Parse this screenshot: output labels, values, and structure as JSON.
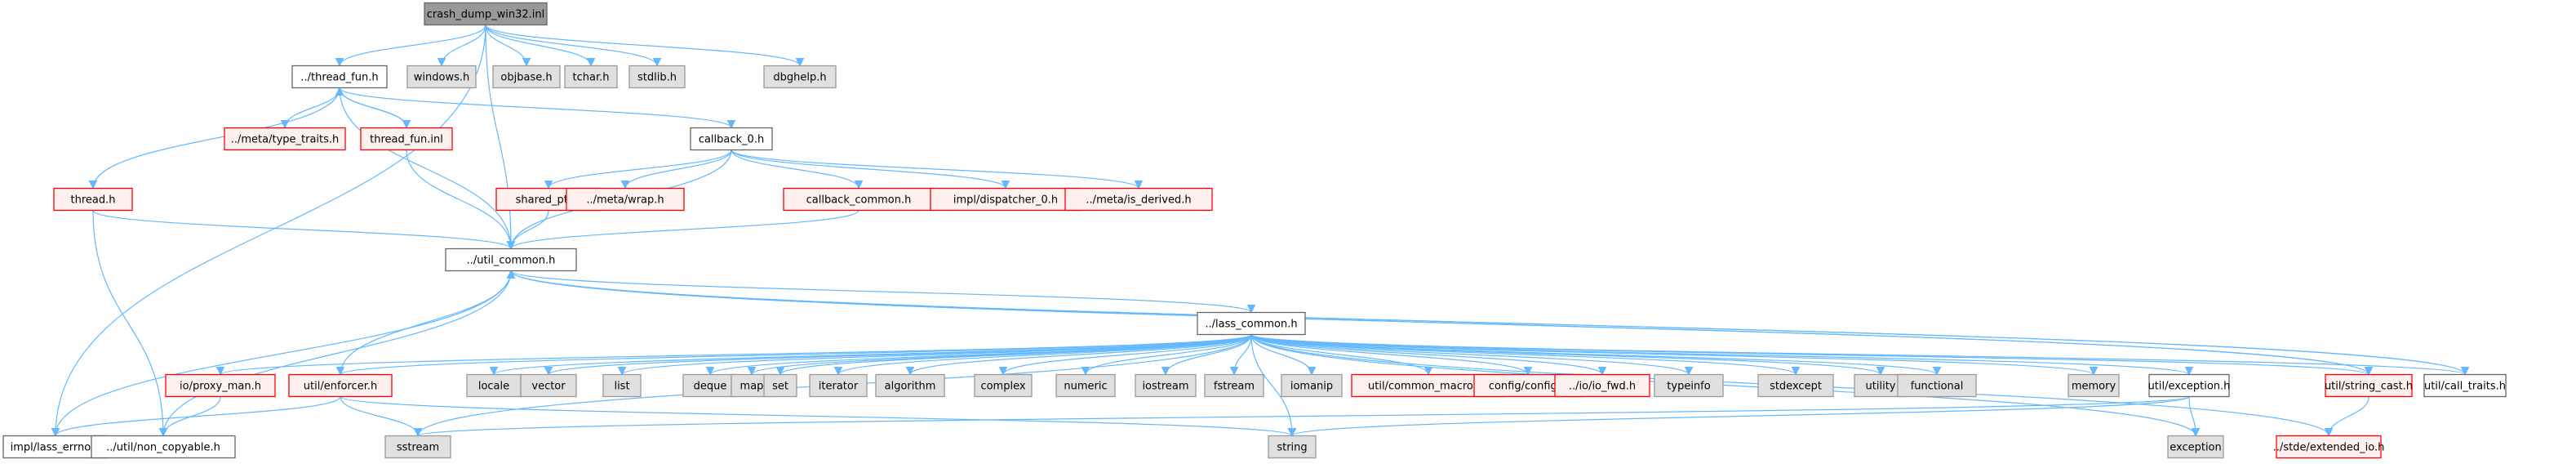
{
  "diagram": {
    "title": "crash_dump_win32.inl",
    "styles": {
      "root": {
        "fill": "#999999",
        "stroke": "#666666"
      },
      "documented": {
        "fill": "#ffffff",
        "stroke": "#666666"
      },
      "undocumented": {
        "fill": "#fff0f0",
        "stroke": "#ff0000"
      },
      "system": {
        "fill": "#e0e0e0",
        "stroke": "#999999"
      },
      "edge": "#63b8ff"
    },
    "nodes": [
      {
        "id": "root",
        "label": "crash_dump_win32.inl",
        "kind": "root"
      },
      {
        "id": "thread_fun_h",
        "label": "../thread_fun.h",
        "kind": "documented"
      },
      {
        "id": "windows_h",
        "label": "windows.h",
        "kind": "system"
      },
      {
        "id": "objbase_h",
        "label": "objbase.h",
        "kind": "system"
      },
      {
        "id": "tchar_h",
        "label": "tchar.h",
        "kind": "system"
      },
      {
        "id": "stdlib_h",
        "label": "stdlib.h",
        "kind": "system"
      },
      {
        "id": "dbghelp_h",
        "label": "dbghelp.h",
        "kind": "system"
      },
      {
        "id": "type_traits_h",
        "label": "../meta/type_traits.h",
        "kind": "undocumented"
      },
      {
        "id": "thread_fun_inl",
        "label": "thread_fun.inl",
        "kind": "undocumented"
      },
      {
        "id": "callback_0_h",
        "label": "callback_0.h",
        "kind": "documented"
      },
      {
        "id": "thread_h",
        "label": "thread.h",
        "kind": "undocumented"
      },
      {
        "id": "shared_ptr_h",
        "label": "shared_ptr.h",
        "kind": "undocumented"
      },
      {
        "id": "wrap_h",
        "label": "../meta/wrap.h",
        "kind": "undocumented"
      },
      {
        "id": "callback_common_h",
        "label": "callback_common.h",
        "kind": "undocumented"
      },
      {
        "id": "dispatcher_0_h",
        "label": "impl/dispatcher_0.h",
        "kind": "undocumented"
      },
      {
        "id": "is_derived_h",
        "label": "../meta/is_derived.h",
        "kind": "undocumented"
      },
      {
        "id": "util_common_h",
        "label": "../util_common.h",
        "kind": "documented"
      },
      {
        "id": "lass_common_h",
        "label": "../lass_common.h",
        "kind": "documented"
      },
      {
        "id": "proxy_man_h",
        "label": "io/proxy_man.h",
        "kind": "undocumented"
      },
      {
        "id": "enforcer_h",
        "label": "util/enforcer.h",
        "kind": "undocumented"
      },
      {
        "id": "locale",
        "label": "locale",
        "kind": "system"
      },
      {
        "id": "vector",
        "label": "vector",
        "kind": "system"
      },
      {
        "id": "list",
        "label": "list",
        "kind": "system"
      },
      {
        "id": "deque",
        "label": "deque",
        "kind": "system"
      },
      {
        "id": "map",
        "label": "map",
        "kind": "system"
      },
      {
        "id": "set",
        "label": "set",
        "kind": "system"
      },
      {
        "id": "iterator",
        "label": "iterator",
        "kind": "system"
      },
      {
        "id": "algorithm",
        "label": "algorithm",
        "kind": "system"
      },
      {
        "id": "complex",
        "label": "complex",
        "kind": "system"
      },
      {
        "id": "numeric",
        "label": "numeric",
        "kind": "system"
      },
      {
        "id": "iostream",
        "label": "iostream",
        "kind": "system"
      },
      {
        "id": "fstream",
        "label": "fstream",
        "kind": "system"
      },
      {
        "id": "iomanip",
        "label": "iomanip",
        "kind": "system"
      },
      {
        "id": "common_macros_h",
        "label": "util/common_macros.h",
        "kind": "undocumented"
      },
      {
        "id": "config_h",
        "label": "config/config.h",
        "kind": "undocumented"
      },
      {
        "id": "io_fwd_h",
        "label": "../io/io_fwd.h",
        "kind": "undocumented"
      },
      {
        "id": "typeinfo",
        "label": "typeinfo",
        "kind": "system"
      },
      {
        "id": "stdexcept",
        "label": "stdexcept",
        "kind": "system"
      },
      {
        "id": "utility",
        "label": "utility",
        "kind": "system"
      },
      {
        "id": "functional",
        "label": "functional",
        "kind": "system"
      },
      {
        "id": "memory",
        "label": "memory",
        "kind": "system"
      },
      {
        "id": "exception_h",
        "label": "util/exception.h",
        "kind": "documented"
      },
      {
        "id": "string_cast_h",
        "label": "util/string_cast.h",
        "kind": "undocumented"
      },
      {
        "id": "call_traits_h",
        "label": "util/call_traits.h",
        "kind": "documented"
      },
      {
        "id": "lass_errno_h",
        "label": "impl/lass_errno.h",
        "kind": "documented"
      },
      {
        "id": "non_copyable_h",
        "label": "../util/non_copyable.h",
        "kind": "documented"
      },
      {
        "id": "sstream",
        "label": "sstream",
        "kind": "system"
      },
      {
        "id": "string",
        "label": "string",
        "kind": "system"
      },
      {
        "id": "exception",
        "label": "exception",
        "kind": "system"
      },
      {
        "id": "extended_io_h",
        "label": "../stde/extended_io.h",
        "kind": "undocumented"
      }
    ],
    "edges": [
      [
        "root",
        "thread_fun_h"
      ],
      [
        "root",
        "windows_h"
      ],
      [
        "root",
        "objbase_h"
      ],
      [
        "root",
        "tchar_h"
      ],
      [
        "root",
        "stdlib_h"
      ],
      [
        "root",
        "dbghelp_h"
      ],
      [
        "root",
        "util_common_h"
      ],
      [
        "root",
        "lass_errno_h"
      ],
      [
        "thread_fun_h",
        "type_traits_h"
      ],
      [
        "thread_fun_h",
        "thread_fun_inl"
      ],
      [
        "thread_fun_h",
        "callback_0_h"
      ],
      [
        "thread_fun_h",
        "thread_h"
      ],
      [
        "thread_fun_h",
        "util_common_h"
      ],
      [
        "thread_fun_inl",
        "thread_fun_h"
      ],
      [
        "thread_fun_inl",
        "util_common_h"
      ],
      [
        "callback_0_h",
        "shared_ptr_h"
      ],
      [
        "callback_0_h",
        "wrap_h"
      ],
      [
        "callback_0_h",
        "callback_common_h"
      ],
      [
        "callback_0_h",
        "dispatcher_0_h"
      ],
      [
        "callback_0_h",
        "is_derived_h"
      ],
      [
        "callback_0_h",
        "util_common_h"
      ],
      [
        "thread_h",
        "util_common_h"
      ],
      [
        "thread_h",
        "non_copyable_h"
      ],
      [
        "shared_ptr_h",
        "util_common_h"
      ],
      [
        "callback_common_h",
        "util_common_h"
      ],
      [
        "util_common_h",
        "lass_common_h"
      ],
      [
        "util_common_h",
        "non_copyable_h"
      ],
      [
        "util_common_h",
        "string_cast_h"
      ],
      [
        "util_common_h",
        "call_traits_h"
      ],
      [
        "lass_errno_h",
        "util_common_h"
      ],
      [
        "enforcer_h",
        "util_common_h"
      ],
      [
        "string_cast_h",
        "util_common_h"
      ],
      [
        "call_traits_h",
        "util_common_h"
      ],
      [
        "lass_common_h",
        "proxy_man_h"
      ],
      [
        "lass_common_h",
        "enforcer_h"
      ],
      [
        "lass_common_h",
        "locale"
      ],
      [
        "lass_common_h",
        "vector"
      ],
      [
        "lass_common_h",
        "list"
      ],
      [
        "lass_common_h",
        "deque"
      ],
      [
        "lass_common_h",
        "map"
      ],
      [
        "lass_common_h",
        "set"
      ],
      [
        "lass_common_h",
        "iterator"
      ],
      [
        "lass_common_h",
        "algorithm"
      ],
      [
        "lass_common_h",
        "complex"
      ],
      [
        "lass_common_h",
        "numeric"
      ],
      [
        "lass_common_h",
        "iostream"
      ],
      [
        "lass_common_h",
        "fstream"
      ],
      [
        "lass_common_h",
        "string"
      ],
      [
        "lass_common_h",
        "iomanip"
      ],
      [
        "lass_common_h",
        "common_macros_h"
      ],
      [
        "lass_common_h",
        "config_h"
      ],
      [
        "lass_common_h",
        "io_fwd_h"
      ],
      [
        "lass_common_h",
        "typeinfo"
      ],
      [
        "lass_common_h",
        "stdexcept"
      ],
      [
        "lass_common_h",
        "utility"
      ],
      [
        "lass_common_h",
        "functional"
      ],
      [
        "lass_common_h",
        "memory"
      ],
      [
        "lass_common_h",
        "exception_h"
      ],
      [
        "lass_common_h",
        "string_cast_h"
      ],
      [
        "lass_common_h",
        "call_traits_h"
      ],
      [
        "lass_common_h",
        "sstream"
      ],
      [
        "lass_common_h",
        "exception"
      ],
      [
        "lass_common_h",
        "extended_io_h"
      ],
      [
        "proxy_man_h",
        "non_copyable_h"
      ],
      [
        "enforcer_h",
        "lass_errno_h"
      ],
      [
        "enforcer_h",
        "sstream"
      ],
      [
        "enforcer_h",
        "string"
      ],
      [
        "exception_h",
        "exception"
      ],
      [
        "exception_h",
        "string"
      ],
      [
        "exception_h",
        "sstream"
      ],
      [
        "string_cast_h",
        "extended_io_h"
      ]
    ]
  }
}
